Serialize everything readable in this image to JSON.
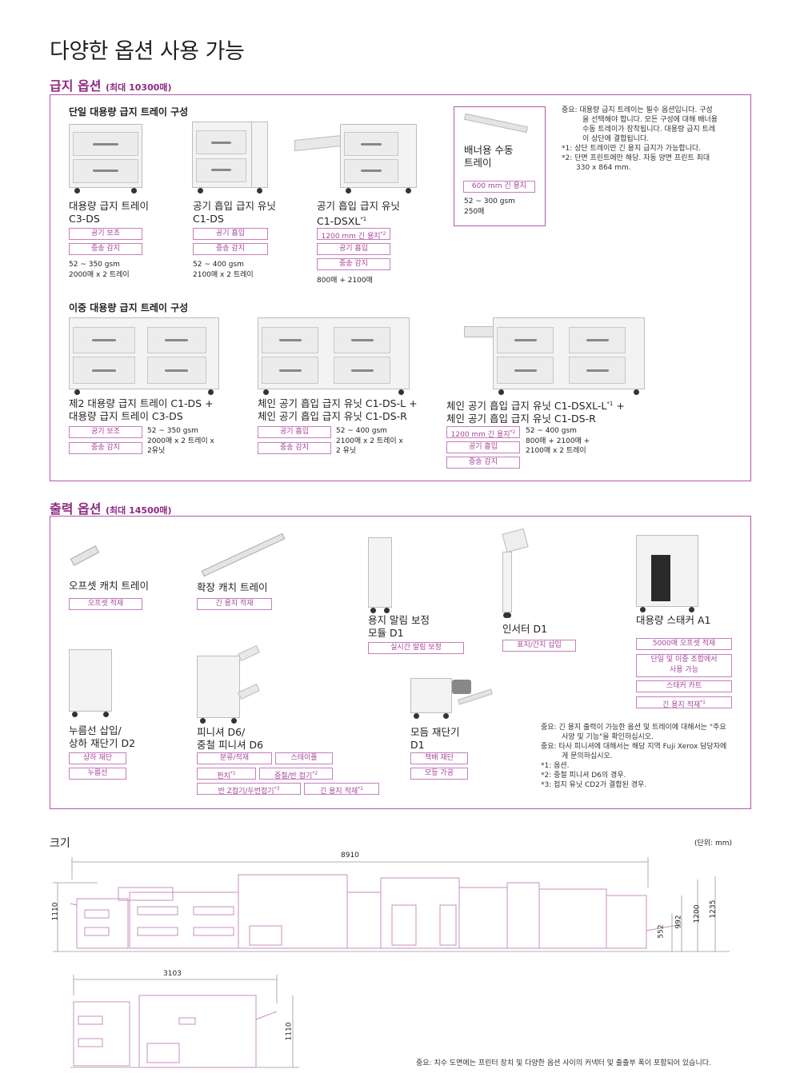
{
  "page_title": "다양한 옵션 사용 가능",
  "feed": {
    "title": "급지 옵션",
    "subtitle": "(최대 10300매)",
    "single_heading": "단일 대용량 급지 트레이 구성",
    "double_heading": "이중 대용량 급지 트레이 구성",
    "items": [
      {
        "name1": "대용량 급지 트레이",
        "name2": "C3-DS",
        "tags": [
          "공기 보조",
          "중송 감지"
        ],
        "spec1": "52 ~ 350 gsm",
        "spec2": "2000매 x 2 트레이"
      },
      {
        "name1": "공기 흡입 급지 유닛",
        "name2": "C1-DS",
        "tags": [
          "공기 흡입",
          "중송 감지"
        ],
        "spec1": "52 ~ 400 gsm",
        "spec2": "2100매 x 2 트레이"
      },
      {
        "name1": "공기 흡입 급지 유닛",
        "name2": "C1-DSXL",
        "sup": "*1",
        "tags": [
          "1200 mm 긴 용지",
          "공기 흡입",
          "중송 감지"
        ],
        "tag_sup": "*2",
        "spec1": "800매 + 2100매"
      }
    ],
    "bypass": {
      "name1": "배너용 수동",
      "name2": "트레이",
      "tag": "600 mm 긴 용지",
      "spec1": "52 ~ 300 gsm",
      "spec2": "250매"
    },
    "notes": [
      "중요: 대용량 급지 트레이는 필수 옵션입니다. 구성",
      "을 선택해야 합니다. 모든 구성에 대해 배너용",
      "수동 트레이가 장착됩니다. 대용량 급지 트레",
      "이 상단에 결합됩니다.",
      "*1: 상단 트레이만 긴 용지 급지가 가능합니다.",
      "*2: 단면 프린트에만 해당. 자동 양면 프린트 최대",
      "330 x 864 mm."
    ],
    "double_items": [
      {
        "name1": "제2 대용량 급지 트레이 C1-DS +",
        "name2": "대용량 급지 트레이 C3-DS",
        "tags": [
          "공기 보조",
          "중송 감지"
        ],
        "spec1": "52 ~ 350 gsm",
        "spec2": "2000매 x 2 트레이 x",
        "spec3": "2유닛"
      },
      {
        "name1": "체인 공기 흡입 급지 유닛 C1-DS-L +",
        "name2": "체인 공기 흡입 급지 유닛 C1-DS-R",
        "tags": [
          "공기 흡입",
          "중송 감지"
        ],
        "spec1": "52 ~ 400 gsm",
        "spec2": "2100매 x 2 트레이 x",
        "spec3": "2 유닛"
      },
      {
        "name1": "체인 공기 흡입 급지 유닛 C1-DSXL-L",
        "name1_sup": "*1",
        "name1_tail": " +",
        "name2": "체인 공기 흡입 급지 유닛 C1-DS-R",
        "tags": [
          "1200 mm 긴 용지",
          "공기 흡입",
          "중송 감지"
        ],
        "tag_sup": "*2",
        "spec1": "52 ~ 400 gsm",
        "spec2": "800매 + 2100매 +",
        "spec3": "2100매 x 2 트레이"
      }
    ]
  },
  "output": {
    "title": "출력 옵션",
    "subtitle": "(최대 14500매)",
    "offset": {
      "name": "오프셋 캐치 트레이",
      "tag": "오프셋 적재"
    },
    "extended": {
      "name": "확장 캐치 트레이",
      "tag": "긴 용지 적재"
    },
    "decurler": {
      "name1": "용지 말림 보정",
      "name2": "모듈 D1",
      "tag": "실시간 말림 보정"
    },
    "inserter": {
      "name": "인서터 D1",
      "tag": "표지/간지 삽입"
    },
    "stacker": {
      "name": "대용량 스태커 A1",
      "tags": [
        "5000매 오프셋 적재",
        "단일 및 이중 조합에서",
        "사용 가능",
        "스태커 카트",
        "긴 용지 적재"
      ],
      "sup": "*1"
    },
    "crease": {
      "name1": "누름선 삽입/",
      "name2": "상하 재단기 D2",
      "tags": [
        "상하 재단",
        "누름선"
      ]
    },
    "finisher": {
      "name1": "피니셔 D6/",
      "name2": "중철 피니셔 D6",
      "tags": [
        "분류/적재",
        "스테이플",
        "펀치",
        "중철/반 접기",
        "반 Z접기/두번접기",
        "긴 용지 적재"
      ],
      "sups": [
        "*1",
        "*2",
        "*3",
        "*1"
      ]
    },
    "trimmer": {
      "name1": "모듬 재단기",
      "name2": "D1",
      "tags": [
        "책배 재단",
        "모등 가공"
      ]
    },
    "notes": [
      "중요: 긴 용지 출력이 가능한 옵션 및 트레이에 대해서는 \"주요",
      "사양 및 기능\"을 확인하십시오.",
      "중요: 타사 피니셔에 대해서는 해당 지역 Fuji Xerox 담당자에",
      "게 문의하십시오.",
      "*1: 옵션.",
      "*2: 중철 피니셔 D6의 경우.",
      "*3: 접지 유닛 CD2가 결합된 경우."
    ]
  },
  "size": {
    "title": "크기",
    "unit": "(단위: mm)",
    "dims_top": {
      "width": "8910",
      "h1": "1110",
      "h2": "552",
      "h3": "992",
      "h4": "1200",
      "h5": "1235"
    },
    "dims_bottom": {
      "width": "3103",
      "height": "1110"
    },
    "note": "중요: 치수 도면에는 프린터 장치 및 다양한 옵션 사이의 커넥터 및 출출부 폭이 포함되어 있습니다."
  }
}
